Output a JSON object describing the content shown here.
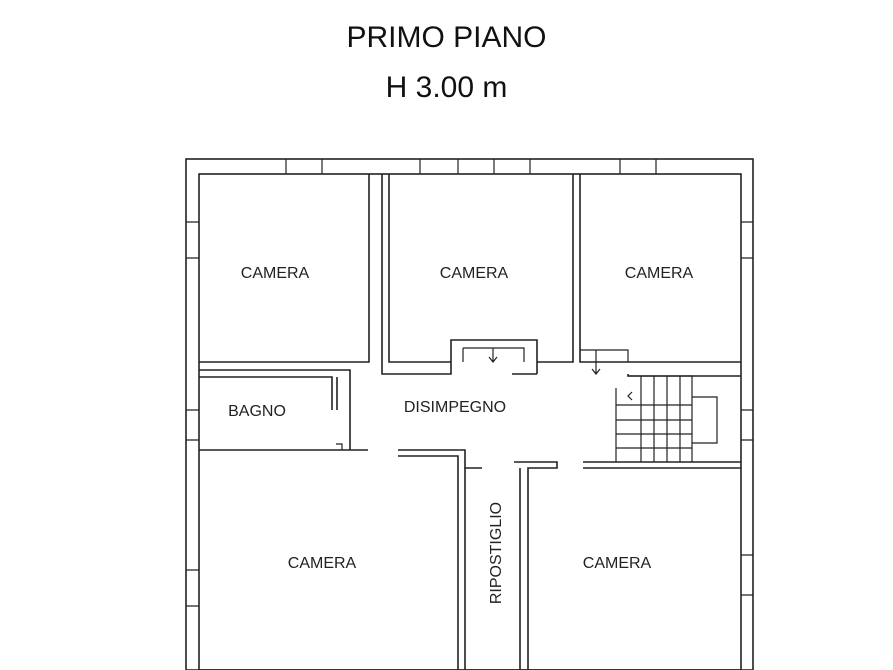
{
  "title": "PRIMO PIANO",
  "height_label": "H 3.00 m",
  "rooms": [
    {
      "label": "CAMERA"
    },
    {
      "label": "CAMERA"
    },
    {
      "label": "CAMERA"
    },
    {
      "label": "BAGNO"
    },
    {
      "label": "DISIMPEGNO"
    },
    {
      "label": "CAMERA"
    },
    {
      "label": "RIPOSTIGLIO"
    },
    {
      "label": "CAMERA"
    }
  ]
}
